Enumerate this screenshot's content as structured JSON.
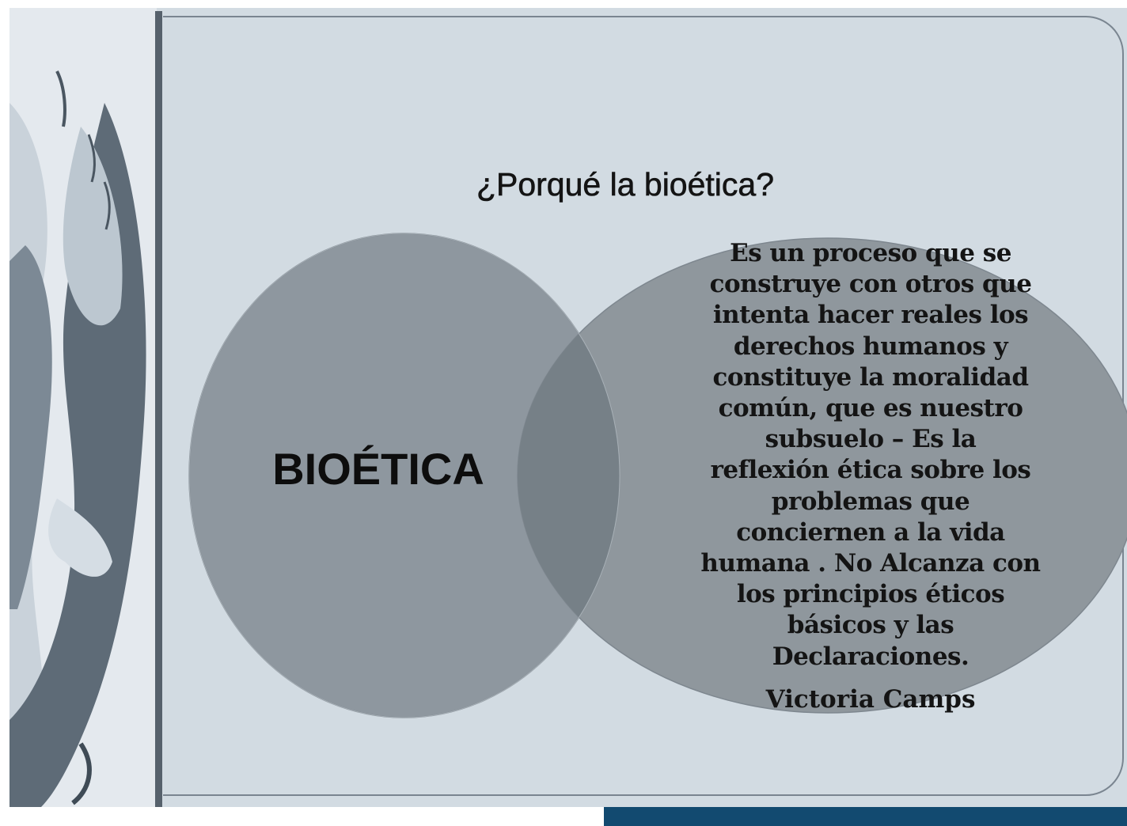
{
  "slide": {
    "title": "¿Porqué  la bioética?",
    "diagram": {
      "left_circle_label": "BIOÉTICA",
      "right_ellipse_lines": [
        "Es un proceso que se",
        "construye con otros que",
        "intenta hacer reales los",
        "derechos humanos y",
        "constituye  la moralidad",
        "común, que es nuestro",
        "subsuelo – Es la",
        "reflexión ética sobre los",
        "problemas que",
        "conciernen a la vida",
        "humana . No Alcanza con",
        "los principios éticos",
        "básicos  y las",
        "Declaraciones."
      ],
      "author": "Victoria Camps"
    }
  },
  "colors": {
    "background": "#d2dbe2",
    "left_circle": "#8e979f",
    "right_ellipse": "#8f979d",
    "overlap": "#768087",
    "divider": "#56616c",
    "bottom_bar": "#124a70"
  }
}
